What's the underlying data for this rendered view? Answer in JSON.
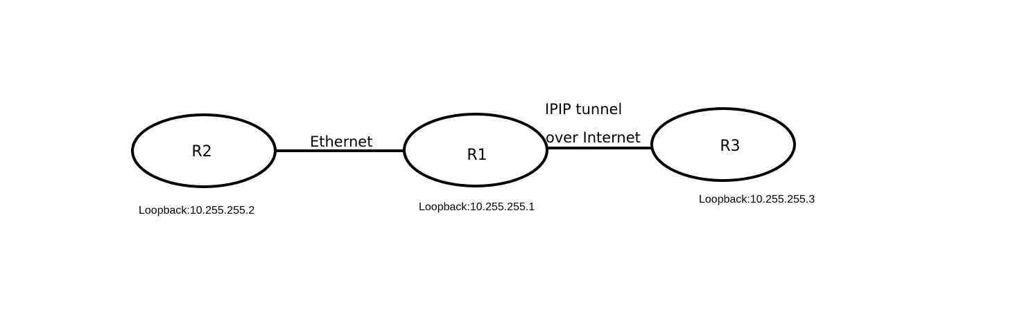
{
  "diagram": {
    "nodes": [
      {
        "id": "R2",
        "label": "R2",
        "loopback": "Loopback:10.255.255.2"
      },
      {
        "id": "R1",
        "label": "R1",
        "loopback": "Loopback:10.255.255.1"
      },
      {
        "id": "R3",
        "label": "R3",
        "loopback": "Loopback:10.255.255.3"
      }
    ],
    "links": [
      {
        "from": "R2",
        "to": "R1",
        "label_lines": [
          "Ethernet"
        ]
      },
      {
        "from": "R1",
        "to": "R3",
        "label_lines": [
          "IPIP tunnel",
          "over Internet"
        ]
      }
    ],
    "colors": {
      "stroke": "#000000",
      "background": "#ffffff",
      "text": "#000000"
    }
  }
}
